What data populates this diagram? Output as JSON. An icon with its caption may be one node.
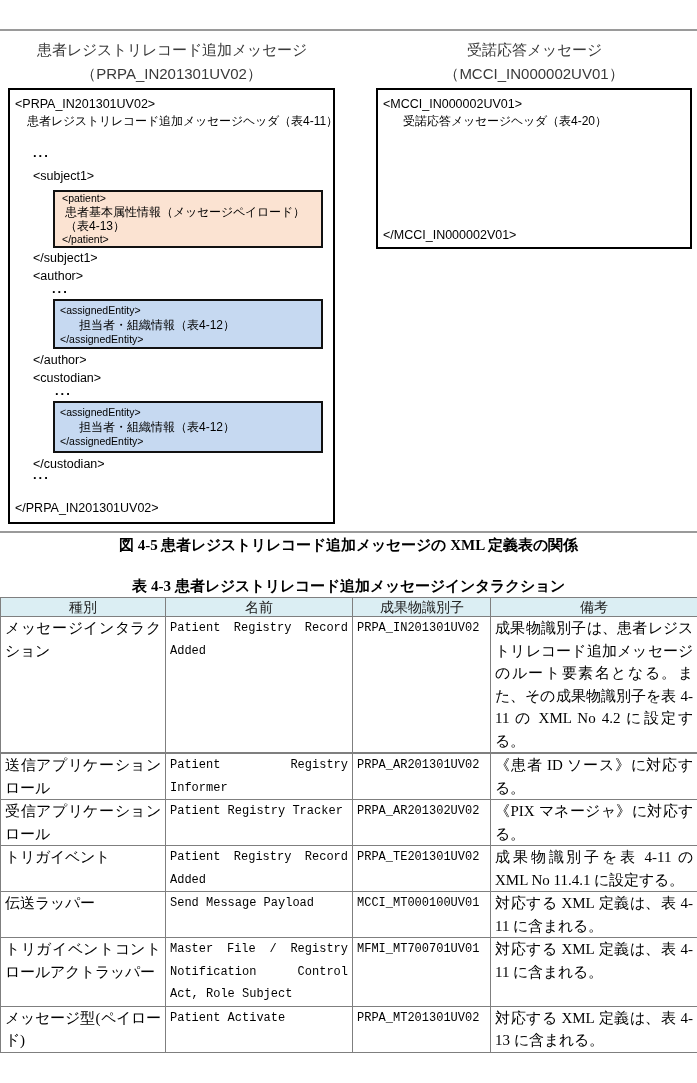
{
  "diagram": {
    "caption": "図 4-5 患者レジストリレコード追加メッセージの XML 定義表の関係",
    "nodes": [
      {
        "text": [
          "患者レジストリレコード追加メッセージ",
          "（PRPA_IN201301UV02）",
          "<PRPA_IN201301UV02>",
          "患者レジストリレコード追加メッセージヘッダ（表4-11）",
          "...",
          "<subject1>",
          "</subject1>",
          "<author>",
          "...",
          "</author>",
          "<custodian>",
          "...",
          "</custodian>",
          "...",
          "</PRPA_IN201301UV02>"
        ]
      },
      {
        "text": [
          "<patient>",
          "患者基本属性情報（メッセージペイロード）（表4-13）",
          "</patient>"
        ],
        "in": 0
      },
      {
        "text": [
          "<assignedEntity>",
          "担当者・組織情報（表4-12）",
          "</assignedEntity>"
        ],
        "in": 0
      },
      {
        "text": [
          "<assignedEntity>",
          "担当者・組織情報（表4-12）",
          "</assignedEntity>"
        ],
        "in": 0
      },
      {
        "text": [
          "受諾応答メッセージ",
          "（MCCI_IN000002UV01）",
          "<MCCI_IN000002UV01>",
          "受諾応答メッセージヘッダ（表4-20）",
          "</MCCI_IN000002V01>"
        ]
      }
    ],
    "labels": [
      "表 4-3 患者レジストリレコード追加メッセージインタラクション",
      "種別",
      "名前",
      "成果物識別子",
      "備考",
      "メッセージインタラクション",
      "Patient Registry Record Added",
      "PRPA_IN201301UV02",
      "成果物識別子は、患者レジストリレコード追加メッセージのルート要素名となる。また、その成果物識別子を表 4-11 の XML No 4.2 に設定する。",
      "送信アプリケーションロール",
      "Patient Registry Informer",
      "PRPA_AR201301UV02",
      "《患者 ID ソース》に対応する。",
      "受信アプリケーションロール",
      "Patient Registry Tracker",
      "PRPA_AR201302UV02",
      "《PIX マネージャ》に対応する。",
      "トリガイベント",
      "Patient Registry Record Added",
      "PRPA_TE201301UV02",
      "成果物識別子を表 4-11 の XML No 11.4.1 に設定する。",
      "伝送ラッパー",
      "Send Message Payload",
      "MCCI_MT000100UV01",
      "対応する XML 定義は、表 4-11 に含まれる。",
      "トリガイベントコントロールアクトラッパー",
      "Master File / Registry Notification Control Act, Role Subject",
      "MFMI_MT700701UV01",
      "対応する XML 定義は、表 4-11 に含まれる。",
      "メッセージ型(ペイロード)",
      "Patient Activate",
      "PRPA_MT201301UV02",
      "対応する XML 定義は、表 4-13 に含まれる。"
    ]
  }
}
